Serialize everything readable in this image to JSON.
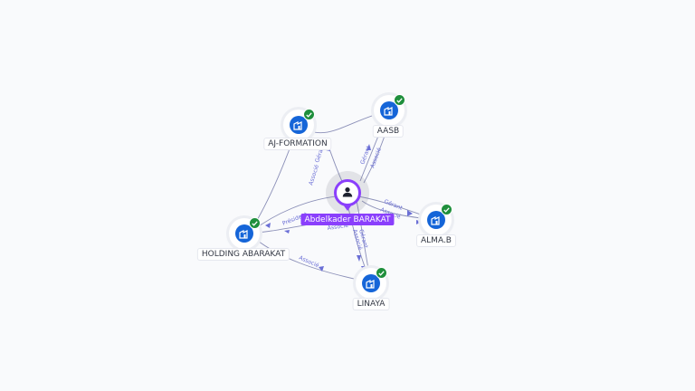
{
  "person": {
    "name": "Abdelkader BARAKAT",
    "icon": "person-icon"
  },
  "companies": [
    {
      "id": "aj",
      "name": "AJ-FORMATION",
      "icon": "company-icon",
      "verified": true
    },
    {
      "id": "aasb",
      "name": "AASB",
      "icon": "company-icon",
      "verified": true
    },
    {
      "id": "holding",
      "name": "HOLDING ABARAKAT",
      "icon": "company-icon",
      "verified": true
    },
    {
      "id": "alma",
      "name": "ALMA.B",
      "icon": "company-icon",
      "verified": true
    },
    {
      "id": "linaya",
      "name": "LINAYA",
      "icon": "company-icon",
      "verified": true
    }
  ],
  "edge_labels": {
    "aj_gerant": "Gérant",
    "aj_associe": "Associé",
    "aasb_gerant": "Gérant",
    "aasb_associe": "Associé",
    "alma_gerant": "Gérant",
    "alma_associe": "Associé",
    "holding_president": "Président",
    "holding_associe": "Associé",
    "linaya_gerant": "Gérant",
    "linaya_associe": "Associé",
    "holding_linaya_associe": "Associé"
  },
  "colors": {
    "accent": "#8a3ffc",
    "company": "#1565d8",
    "verified": "#1f8f3c",
    "edge_label": "#6b6fd6"
  }
}
